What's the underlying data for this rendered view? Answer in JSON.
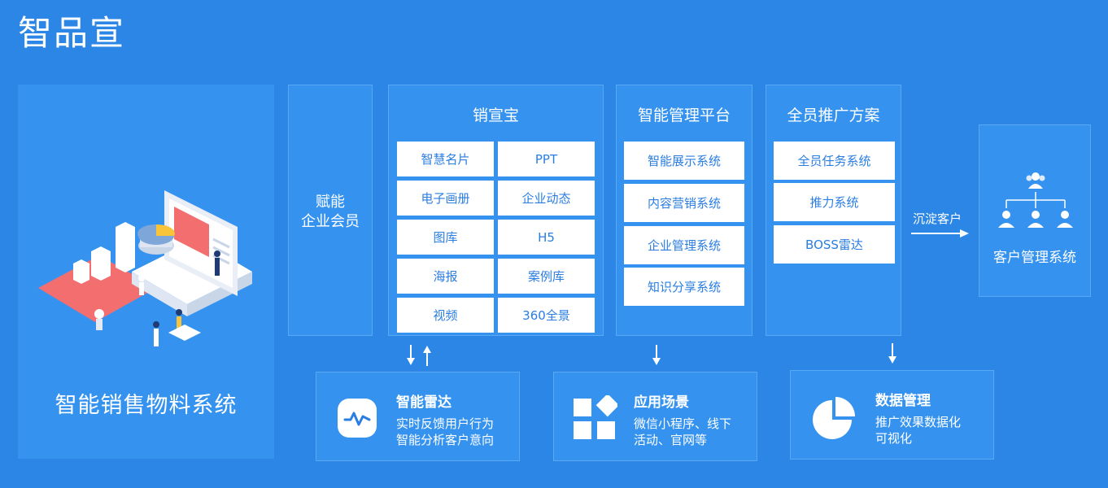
{
  "brand": {
    "logo": "智品宣"
  },
  "left": {
    "title": "智能销售物料系统"
  },
  "empower": {
    "lines": [
      "赋能",
      "企业会员"
    ]
  },
  "xiaoxuanbao": {
    "title": "销宣宝",
    "tiles": [
      "智慧名片",
      "PPT",
      "电子画册",
      "企业动态",
      "图库",
      "H5",
      "海报",
      "案例库",
      "视频",
      "360全景"
    ]
  },
  "management": {
    "title": "智能管理平台",
    "tiles": [
      "智能展示系统",
      "内容营销系统",
      "企业管理系统",
      "知识分享系统"
    ]
  },
  "promotion": {
    "title": "全员推广方案",
    "tiles": [
      "全员任务系统",
      "推力系统",
      "BOSS雷达"
    ]
  },
  "flow": {
    "label": "沉淀客户"
  },
  "crm": {
    "title": "客户管理系统"
  },
  "bottom": [
    {
      "title": "智能雷达",
      "desc": [
        "实时反馈用户行为",
        "智能分析客户意向"
      ],
      "icon": "radar-icon"
    },
    {
      "title": "应用场景",
      "desc": [
        "微信小程序、线下",
        "活动、官网等"
      ],
      "icon": "grid-icon"
    },
    {
      "title": "数据管理",
      "desc": [
        "推广效果数据化",
        "可视化"
      ],
      "icon": "pie-chart-icon"
    }
  ],
  "colors": {
    "background": "#2b86e6",
    "panel": "#3593ef",
    "tile_text": "#2a7de1",
    "illustration_accent": "#f36f6f"
  }
}
